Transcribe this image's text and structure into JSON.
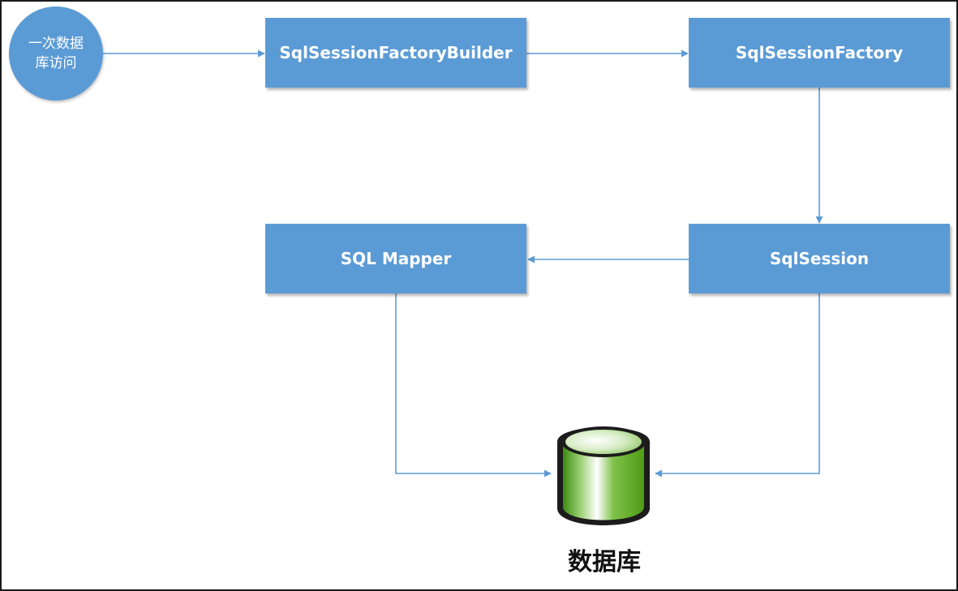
{
  "diagram": {
    "start": {
      "label": "一次数据库访问"
    },
    "nodes": {
      "builder": "SqlSessionFactoryBuilder",
      "factory": "SqlSessionFactory",
      "session": "SqlSession",
      "mapper": "SQL Mapper"
    },
    "database": {
      "label": "数据库"
    },
    "colors": {
      "node_fill": "#5b9bd5",
      "connector": "#5b9bd5",
      "database_green": "#5aa51c",
      "text_on_node": "#ffffff"
    }
  }
}
